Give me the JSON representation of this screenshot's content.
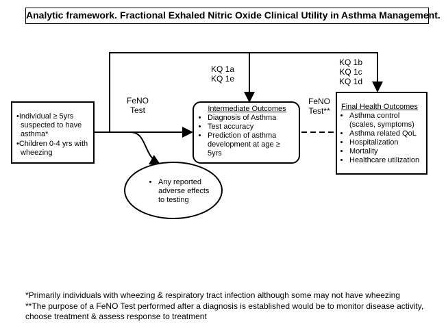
{
  "title": "Analytic framework. Fractional Exhaled Nitric Oxide Clinical Utility in Asthma Management.",
  "population": {
    "items": [
      "Individual ≥ 5yrs suspected to have asthma*",
      "Children 0-4 yrs with wheezing"
    ]
  },
  "test_label_1": [
    "FeNO",
    "Test"
  ],
  "test_label_2": [
    "FeNO",
    "Test**"
  ],
  "kq_intermediate": [
    "KQ 1a",
    "KQ 1e"
  ],
  "kq_final": [
    "KQ 1b",
    "KQ 1c",
    "KQ 1d"
  ],
  "intermediate": {
    "header": "Intermediate Outcomes",
    "items": [
      "Diagnosis of Asthma",
      "Test accuracy",
      "Prediction of asthma development at age ≥ 5yrs"
    ]
  },
  "final": {
    "header": "Final Health Outcomes",
    "items": [
      "Asthma control (scales, symptoms)",
      "Asthma related QoL",
      "Hospitalization",
      "Mortality",
      "Healthcare utilization"
    ]
  },
  "adverse": {
    "items": [
      "Any reported adverse effects to testing"
    ]
  },
  "footnotes": [
    "*Primarily individuals with wheezing & respiratory tract infection although some may not have wheezing",
    "**The purpose of a FeNO Test performed after a diagnosis is established would be to monitor disease activity,",
    "choose treatment & assess response to treatment"
  ]
}
